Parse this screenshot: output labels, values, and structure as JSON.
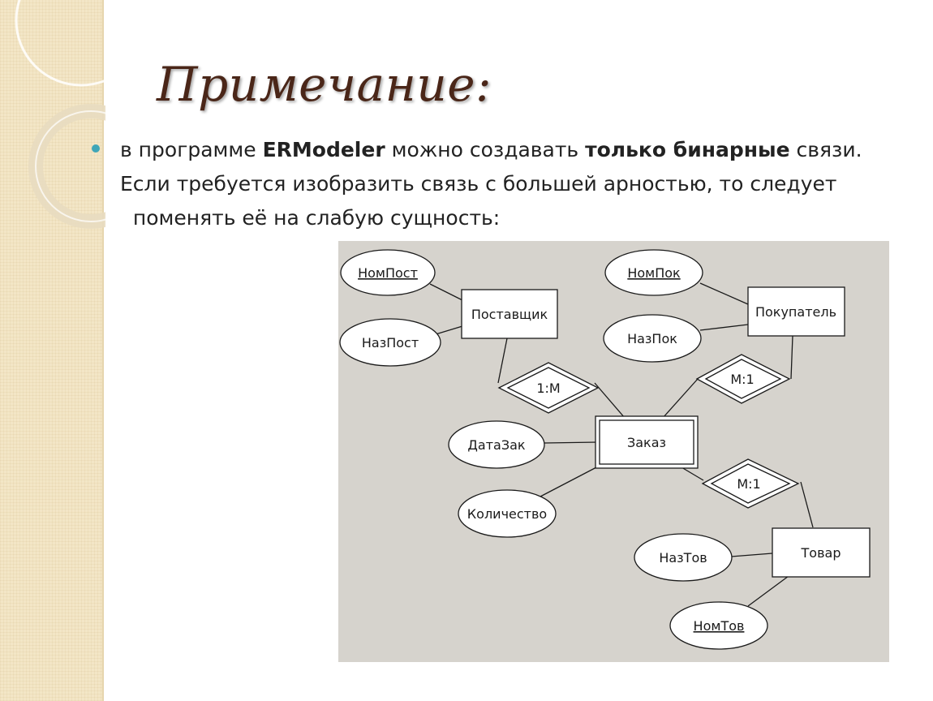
{
  "title": "Примечание:",
  "note": {
    "t1": "в программе ",
    "b1": "ERModeler",
    "t2": " можно создавать ",
    "b2": "только бинарные",
    "t3": " связи. Если требуется изобразить связь с большей арностью, то следует   поменять её на слабую сущность:"
  },
  "colors": {
    "title": "#4a2618",
    "bullet": "#3fa6b8",
    "diagram_bg": "#d6d3cd",
    "strip": "#f3e6c6"
  },
  "diagram": {
    "entities": {
      "supplier": "Поставщик",
      "buyer": "Покупатель",
      "order": "Заказ",
      "product": "Товар"
    },
    "attributes": {
      "supplier_id": "НомПост",
      "supplier_name": "НазПост",
      "buyer_id": "НомПок",
      "buyer_name": "НазПок",
      "order_date": "ДатаЗак",
      "quantity": "Количество",
      "product_name": "НазТов",
      "product_id": "НомТов"
    },
    "relationships": {
      "supplier_order": "1:M",
      "buyer_order": "M:1",
      "order_product": "M:1"
    }
  }
}
